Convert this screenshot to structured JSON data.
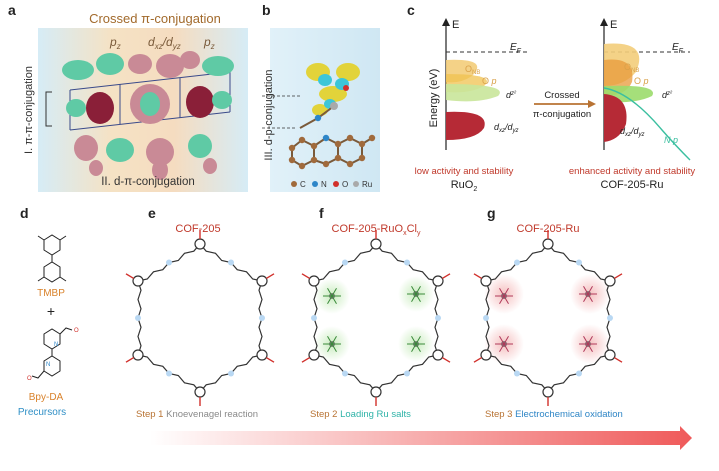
{
  "panel_letters": [
    "a",
    "b",
    "c",
    "d",
    "e",
    "f",
    "g"
  ],
  "panel_a": {
    "title": "Crossed π-conjugation",
    "orbital_left": "p",
    "orbital_left_sub": "z",
    "orbital_mid_1": "d",
    "orbital_mid_1_sub": "xz",
    "orbital_mid_sep": "/",
    "orbital_mid_2": "d",
    "orbital_mid_2_sub": "yz",
    "orbital_right": "p",
    "orbital_right_sub": "z",
    "side_label": "I. π-π-conjugation",
    "bottom_label": "II. d-π-conjugation",
    "colors": {
      "green": "#5fcaa5",
      "pink": "#c98a96",
      "dark_red": "#8a1f38",
      "bg_blue": "#cfe6f2",
      "bg_orange": "#f6d8a6"
    }
  },
  "panel_b": {
    "side_label": "III. d-p-conjugation",
    "legend": [
      {
        "label": "C",
        "color": "#a06a3c"
      },
      {
        "label": "N",
        "color": "#2e86c8"
      },
      {
        "label": "O",
        "color": "#d1302b"
      },
      {
        "label": "Ru",
        "color": "#a9a9a9"
      }
    ]
  },
  "panel_c": {
    "y_axis_label": "Energy (eV)",
    "axis_letter": "E",
    "fermi": "E",
    "fermi_sub": "F",
    "left_bands": [
      {
        "label": "O",
        "label_sub": "NB",
        "color": "#f3cd7a"
      },
      {
        "label": "O",
        "label_italic": "p",
        "color": "#f3cd7a"
      },
      {
        "label": "d",
        "label_sup": "z²",
        "color": "#c9e69a"
      },
      {
        "label": "d",
        "label_sub": "xz",
        "label_extra": "/d",
        "label_extra_sub": "yz",
        "color": "#b62a36"
      }
    ],
    "arrow_text_1": "Crossed",
    "arrow_text_2": "π-conjugation",
    "right_extra_band": "N p",
    "left_caption": "low activity and stability",
    "right_caption": "enhanced activity and stability",
    "left_name": "RuO",
    "left_name_sub": "2",
    "right_name": "COF-205-Ru",
    "caption_color": "#c0392b",
    "teal": "#3bbfa0"
  },
  "panel_d": {
    "tmbp": "TMBP",
    "plus": "+",
    "bpyda": "Bpy-DA",
    "precursors": "Precursors",
    "orange": "#d9822b",
    "blue": "#2f8fc6"
  },
  "frameworks": [
    {
      "title": "COF-205",
      "title_sub": "",
      "title_tail": ""
    },
    {
      "title": "COF-205-RuO",
      "title_sub": "x",
      "title_tail": "Cl",
      "title_tail_sub": "y"
    },
    {
      "title": "COF-205-Ru",
      "title_sub": "",
      "title_tail": ""
    }
  ],
  "steps": [
    {
      "step": "Step 1",
      "text": "Knoevenagel reaction",
      "text_color": "#8a8a8a"
    },
    {
      "step": "Step 2",
      "text": "Loading Ru salts",
      "text_color": "#2fb3a8"
    },
    {
      "step": "Step 3",
      "text": "Electrochemical oxidation",
      "text_color": "#2f86c6"
    }
  ],
  "step_color": "#b87333",
  "title_color": "#c0392b"
}
